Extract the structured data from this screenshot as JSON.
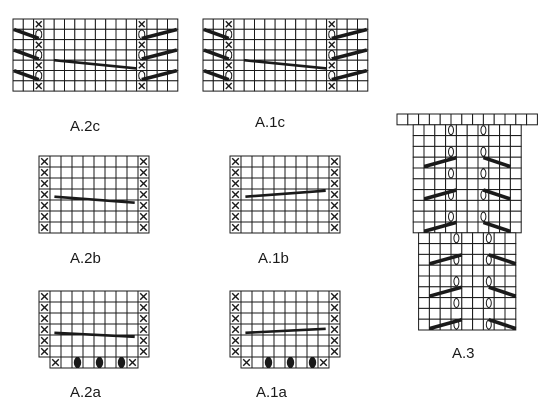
{
  "charts": [
    {
      "id": "A.2c",
      "label": "A.2c"
    },
    {
      "id": "A.1c",
      "label": "A.1c"
    },
    {
      "id": "A.2b",
      "label": "A.2b"
    },
    {
      "id": "A.1b",
      "label": "A.1b"
    },
    {
      "id": "A.2a",
      "label": "A.2a"
    },
    {
      "id": "A.1a",
      "label": "A.1a"
    },
    {
      "id": "A.3",
      "label": "A.3"
    }
  ],
  "symbols": {
    "cross": "x",
    "twisted_stitch": "ellipse",
    "filled_oval": "filled ellipse",
    "decrease": "thick diagonal bar",
    "line": "thin slanted line"
  },
  "colors": {
    "grid": "#1a1a1a",
    "background": "#ffffff",
    "ink": "#1a1a1a"
  }
}
